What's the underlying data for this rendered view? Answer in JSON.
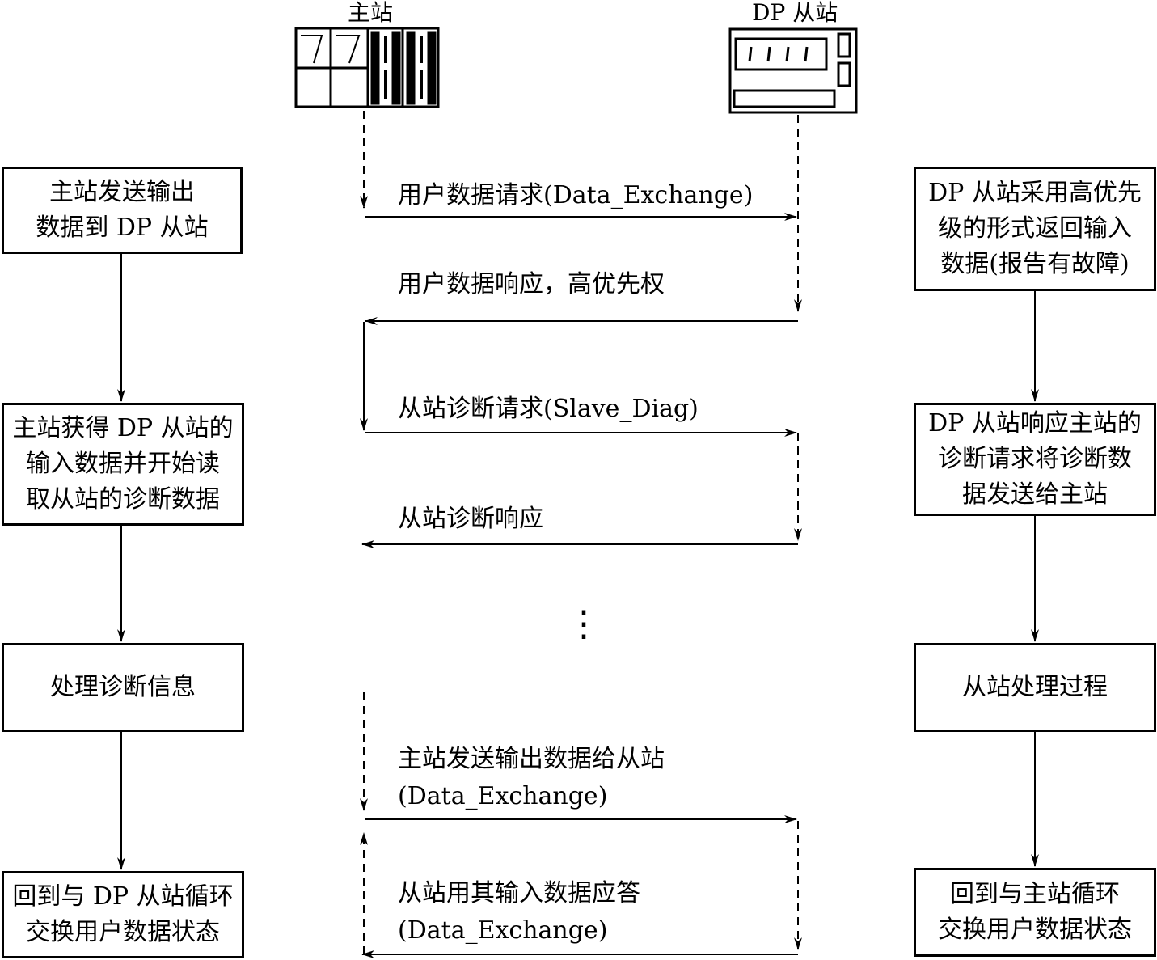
{
  "master_title": "主站",
  "slave_title": "DP 从站",
  "left_steps": [
    "主站发送输出\n数据到 DP 从站",
    "主站获得 DP 从站的\n输入数据并开始读\n取从站的诊断数据",
    "处理诊断信息",
    "回到与 DP 从站循环\n交换用户数据状态"
  ],
  "right_steps": [
    "DP 从站采用高优先\n级的形式返回输入\n数据(报告有故障)",
    "DP 从站响应主站的\n诊断请求将诊断数\n据发送给主站",
    "从站处理过程",
    "回到与主站循环\n交换用户数据状态"
  ],
  "messages": [
    "用户数据请求(Data_Exchange)",
    "用户数据响应，高优先权",
    "从站诊断请求(Slave_Diag)",
    "从站诊断响应",
    "主站发送输出数据给从站\n(Data_Exchange)",
    "从站用其输入数据应答\n(Data_Exchange)"
  ],
  "ellipsis": "⋮"
}
